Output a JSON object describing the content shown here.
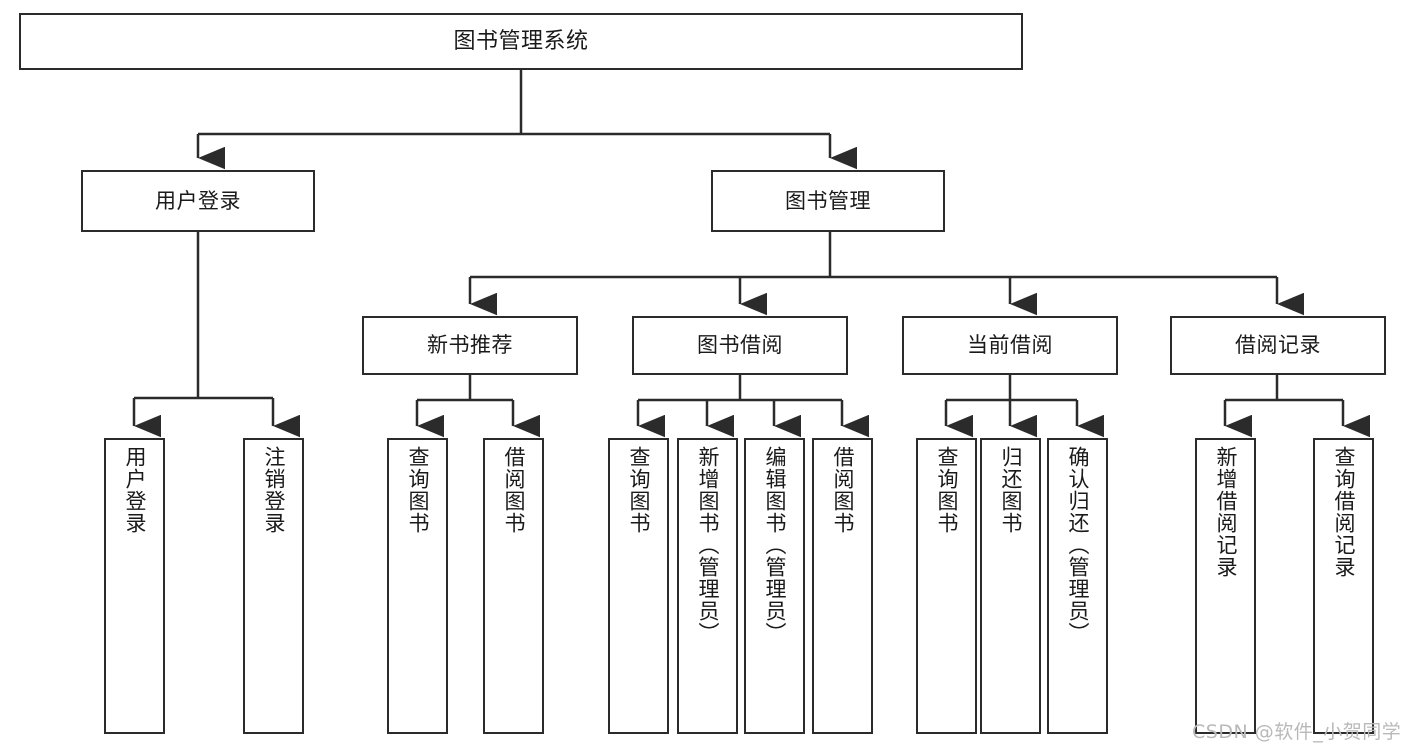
{
  "diagram": {
    "title": "图书管理系统",
    "type": "tree",
    "stroke_color": "#2b2b2b",
    "background_color": "#ffffff",
    "text_color": "#1a1a1a",
    "root": {
      "id": "root",
      "label": "图书管理系统"
    },
    "level2": [
      {
        "id": "user-login",
        "label": "用户登录"
      },
      {
        "id": "book-manage",
        "label": "图书管理"
      }
    ],
    "level3": [
      {
        "id": "new-book-rec",
        "label": "新书推荐",
        "parent": "book-manage"
      },
      {
        "id": "book-borrow",
        "label": "图书借阅",
        "parent": "book-manage"
      },
      {
        "id": "current-borrow",
        "label": "当前借阅",
        "parent": "book-manage"
      },
      {
        "id": "borrow-record",
        "label": "借阅记录",
        "parent": "book-manage"
      }
    ],
    "leaves": [
      {
        "id": "leaf-user-login",
        "label": "用户登录",
        "parent": "user-login"
      },
      {
        "id": "leaf-logout",
        "label": "注销登录",
        "parent": "user-login"
      },
      {
        "id": "leaf-query-book-1",
        "label": "查询图书",
        "parent": "new-book-rec"
      },
      {
        "id": "leaf-borrow-book-1",
        "label": "借阅图书",
        "parent": "new-book-rec"
      },
      {
        "id": "leaf-query-book-2",
        "label": "查询图书",
        "parent": "book-borrow"
      },
      {
        "id": "leaf-add-book",
        "label": "新增图书（管理员）",
        "parent": "book-borrow"
      },
      {
        "id": "leaf-edit-book",
        "label": "编辑图书（管理员）",
        "parent": "book-borrow"
      },
      {
        "id": "leaf-borrow-book-2",
        "label": "借阅图书",
        "parent": "book-borrow"
      },
      {
        "id": "leaf-query-book-3",
        "label": "查询图书",
        "parent": "current-borrow"
      },
      {
        "id": "leaf-return-book",
        "label": "归还图书",
        "parent": "current-borrow"
      },
      {
        "id": "leaf-confirm-return",
        "label": "确认归还（管理员）",
        "parent": "current-borrow"
      },
      {
        "id": "leaf-add-record",
        "label": "新增借阅记录",
        "parent": "borrow-record"
      },
      {
        "id": "leaf-query-record",
        "label": "查询借阅记录",
        "parent": "borrow-record"
      }
    ],
    "watermark": "CSDN @软件_小贺同学"
  }
}
